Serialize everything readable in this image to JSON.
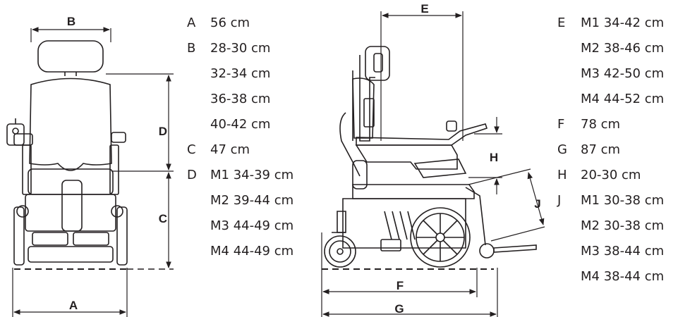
{
  "diagram_labels": {
    "A": "A",
    "B": "B",
    "C": "C",
    "D": "D",
    "E": "E",
    "F": "F",
    "G": "G",
    "H": "H",
    "J": "J"
  },
  "specs_left": [
    {
      "key": "A",
      "value": "56 cm"
    },
    {
      "key": "B",
      "value": "28-30 cm"
    },
    {
      "key": "",
      "value": "32-34 cm"
    },
    {
      "key": "",
      "value": "36-38 cm"
    },
    {
      "key": "",
      "value": "40-42 cm"
    },
    {
      "key": "C",
      "value": "47 cm"
    },
    {
      "key": "D",
      "value": "M1 34-39 cm"
    },
    {
      "key": "",
      "value": "M2 39-44 cm"
    },
    {
      "key": "",
      "value": "M3 44-49 cm"
    },
    {
      "key": "",
      "value": "M4 44-49 cm"
    }
  ],
  "specs_right": [
    {
      "key": "E",
      "value": "M1 34-42 cm"
    },
    {
      "key": "",
      "value": "M2 38-46 cm"
    },
    {
      "key": "",
      "value": "M3 42-50 cm"
    },
    {
      "key": "",
      "value": "M4 44-52 cm"
    },
    {
      "key": "F",
      "value": "78 cm"
    },
    {
      "key": "G",
      "value": "87 cm"
    },
    {
      "key": "H",
      "value": "20-30 cm"
    },
    {
      "key": "J",
      "value": "M1 30-38 cm"
    },
    {
      "key": "",
      "value": "M2 30-38 cm"
    },
    {
      "key": "",
      "value": "M3 38-44 cm"
    },
    {
      "key": "",
      "value": "M4 38-44 cm"
    }
  ]
}
